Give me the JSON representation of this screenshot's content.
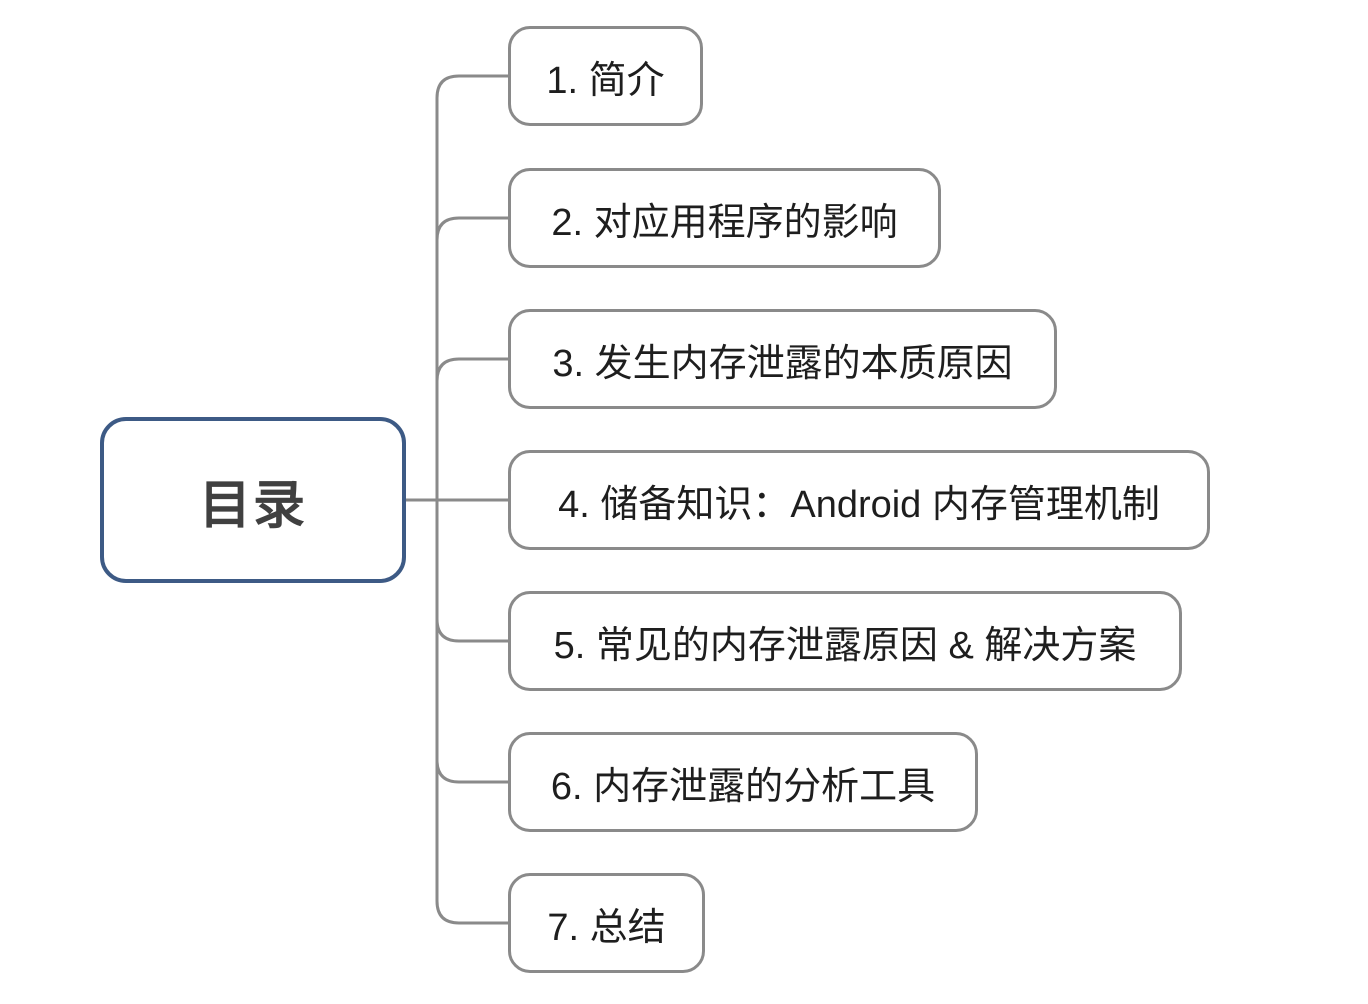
{
  "diagram": {
    "type": "mindmap-table-of-contents"
  },
  "root": {
    "label": "目录"
  },
  "nodes": [
    {
      "label": "1. 简介"
    },
    {
      "label": "2. 对应用程序的影响"
    },
    {
      "label": "3. 发生内存泄露的本质原因"
    },
    {
      "label": "4. 储备知识：Android 内存管理机制"
    },
    {
      "label": "5. 常见的内存泄露原因 & 解决方案"
    },
    {
      "label": "6. 内存泄露的分析工具"
    },
    {
      "label": "7. 总结"
    }
  ],
  "colors": {
    "background": "#ffffff",
    "root_border": "#3d5a85",
    "root_text": "#404040",
    "node_border": "#8a8a8a",
    "node_text": "#1e1e1e",
    "connector": "#8a8a8a"
  }
}
